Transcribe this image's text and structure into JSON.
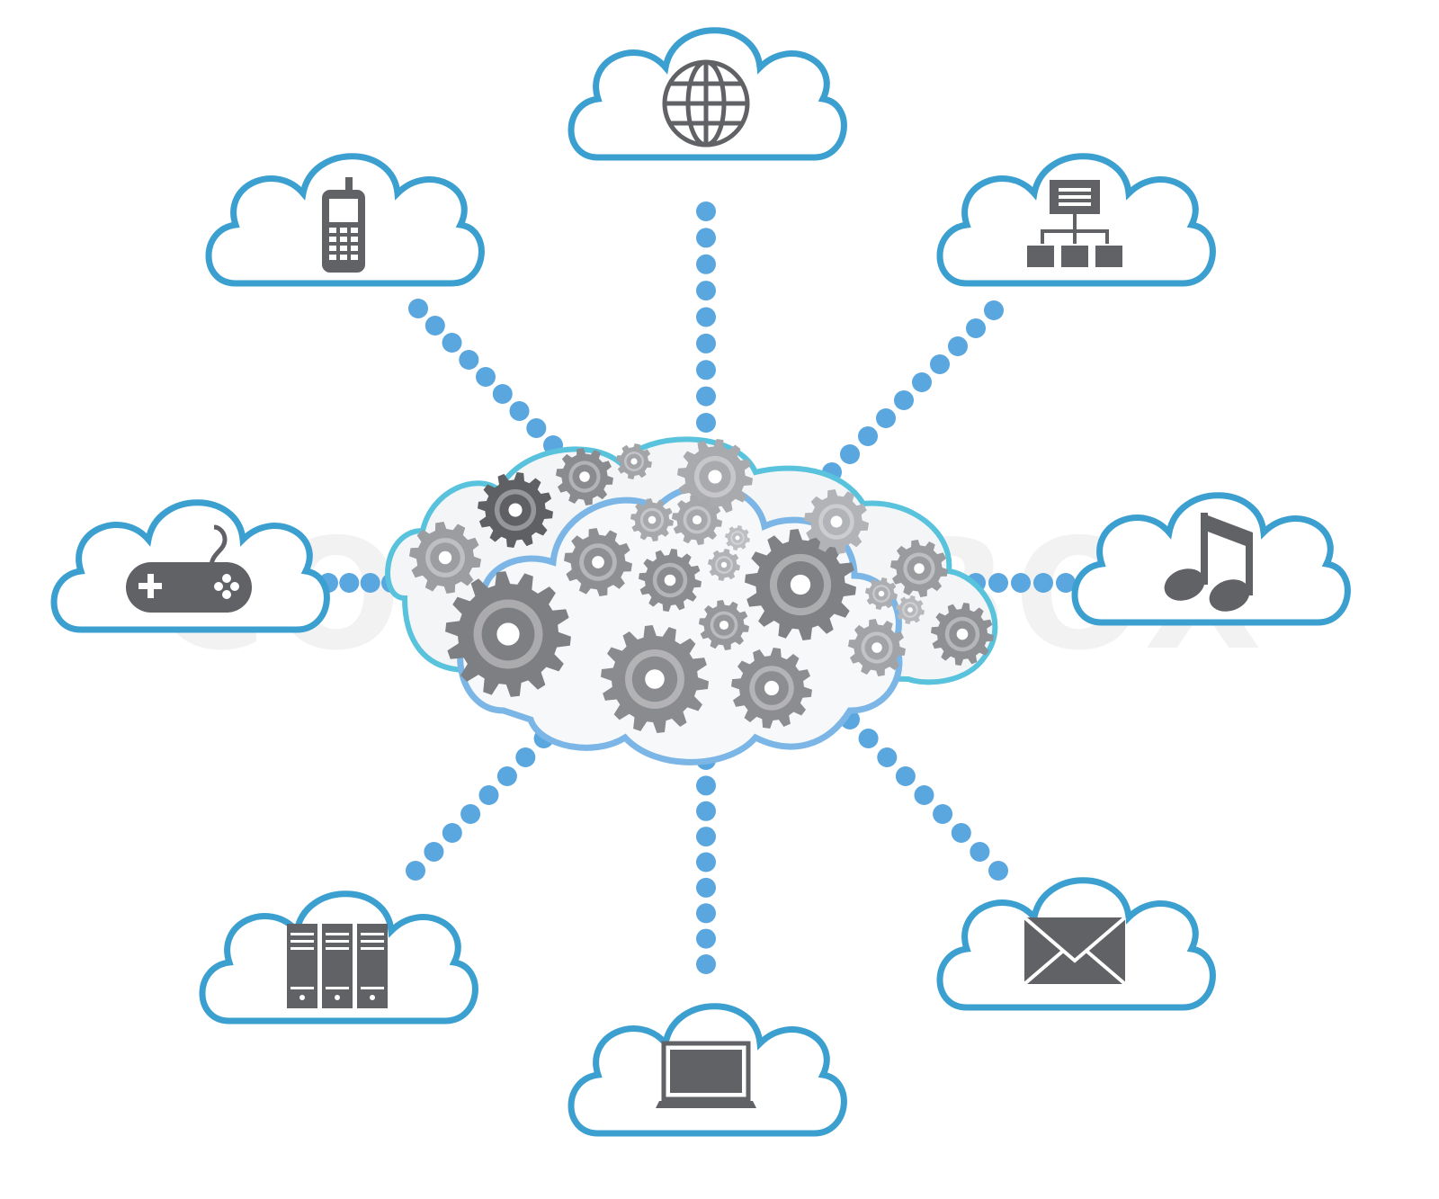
{
  "watermark": "COLOURBOX",
  "colors": {
    "cloud_outline": "#3b9fcf",
    "connector_dots": "#5aa6df",
    "icon": "#616265",
    "gear": "#8e8e92",
    "central_cloud_outline": "#7bb6e6",
    "central_cloud_outline_inner": "#59c2dc"
  },
  "hub": {
    "name": "central-gear-cloud",
    "icon": "gears-icon"
  },
  "nodes": [
    {
      "name": "globe",
      "icon": "globe-icon"
    },
    {
      "name": "network",
      "icon": "network-hierarchy-icon"
    },
    {
      "name": "music",
      "icon": "music-note-icon"
    },
    {
      "name": "mail",
      "icon": "envelope-icon"
    },
    {
      "name": "laptop",
      "icon": "laptop-icon"
    },
    {
      "name": "servers",
      "icon": "server-rack-icon"
    },
    {
      "name": "gamepad",
      "icon": "gamepad-icon"
    },
    {
      "name": "phone",
      "icon": "mobile-phone-icon"
    }
  ]
}
